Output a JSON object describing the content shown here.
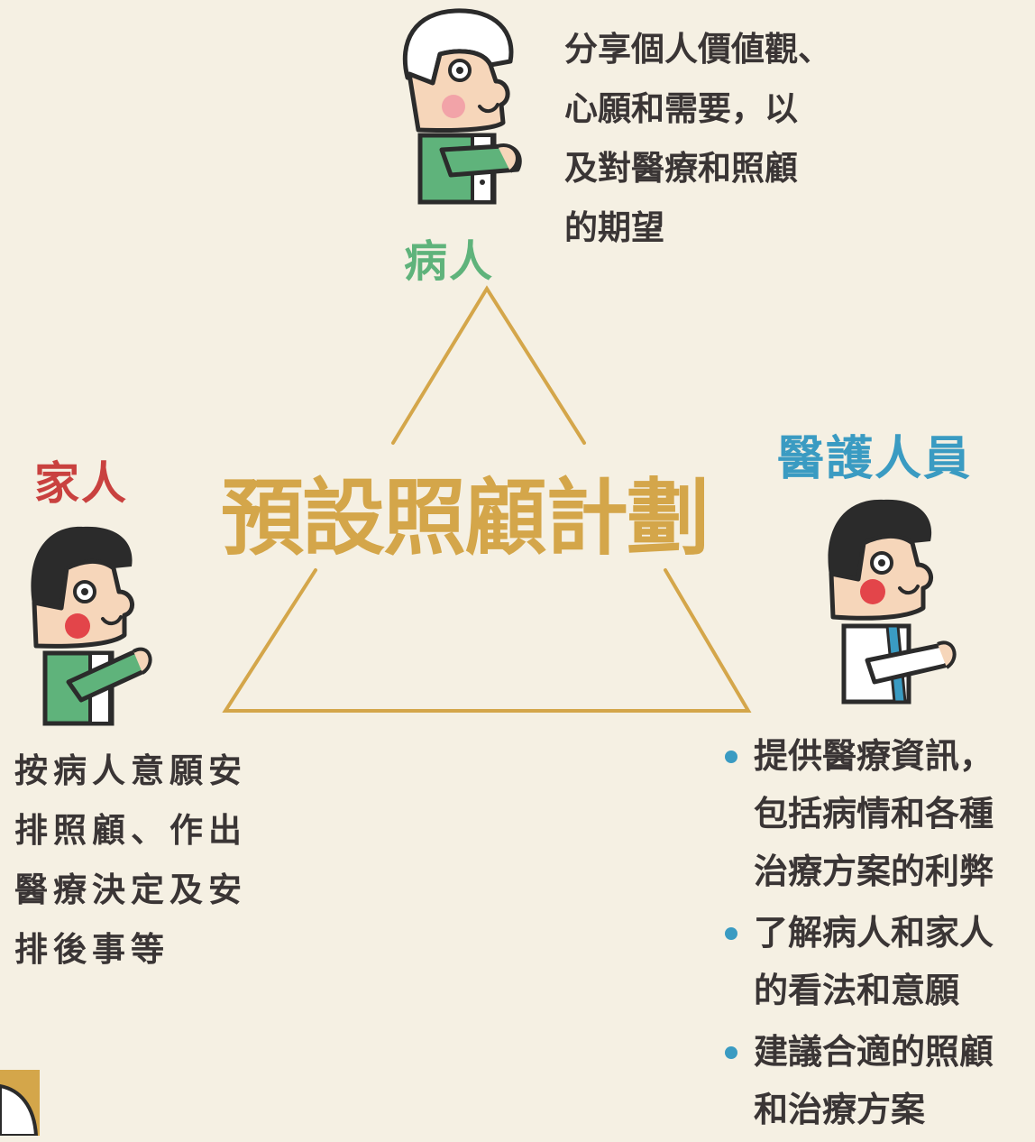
{
  "title": "預設照顧計劃",
  "colors": {
    "background": "#f5f0e3",
    "gold": "#d4a64a",
    "patient_green": "#5fb37b",
    "family_red": "#c9413f",
    "staff_teal": "#3a9bc2",
    "text": "#3a3535"
  },
  "patient": {
    "label": "病人",
    "description_lines": [
      "分享個人價値觀、",
      "心願和需要，以",
      "及對醫療和照顧",
      "的期望"
    ]
  },
  "family": {
    "label": "家人",
    "description_lines": [
      "按病人意願安",
      "排照顧、作出",
      "醫療決定及安",
      "排後事等"
    ]
  },
  "staff": {
    "label": "醫護人員",
    "bullets": [
      {
        "lines": [
          "提供醫療資訊，",
          "包括病情和各種",
          "治療方案的利弊"
        ]
      },
      {
        "lines": [
          "了解病人和家人",
          "的看法和意願"
        ]
      },
      {
        "lines": [
          "建議合適的照顧",
          "和治療方案"
        ]
      }
    ]
  }
}
